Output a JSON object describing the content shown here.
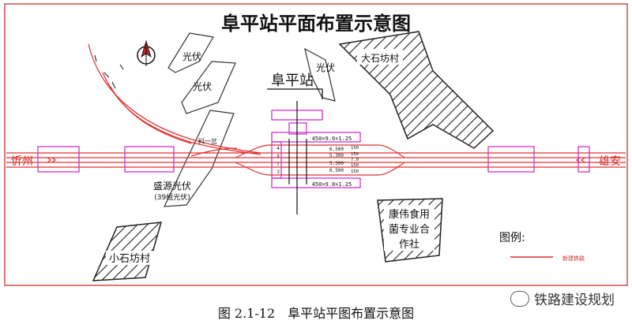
{
  "title": "阜平站平面布置示意图",
  "station_name": "阜平站",
  "cities": {
    "left": "忻州",
    "right": "雄安"
  },
  "places": {
    "pv_top_left": "光伏",
    "pv_mid_left": "光伏",
    "pv_top_center": "光伏",
    "village_big": "大石坊村",
    "shengyuan": "盛源光伏",
    "shengyuan_sub": "(39组光伏)",
    "kangwei_l1": "康伟食用",
    "kangwei_l2": "菌专业合",
    "kangwei_l3": "作社",
    "village_small": "小石坊村"
  },
  "platform_labels": {
    "top": "450×9.0×1.25",
    "bottom": "450×9.0×1.25"
  },
  "track_numbers": [
    "4",
    "II",
    "I",
    "3"
  ],
  "spacings": [
    "6.500",
    "5.300",
    "5.300",
    "6.500"
  ],
  "side_numbers": [
    "150",
    "150",
    "150",
    "150"
  ],
  "center_spacing": "7.0",
  "branch_label": "料一岔",
  "legend": {
    "title": "图例:",
    "entry": "新建铁路",
    "line_color": "#e03030"
  },
  "watermark": "铁路建设规划",
  "caption": "图 2.1-12　阜平站平图布置示意图",
  "colors": {
    "rail": "#e03030",
    "platform": "#cc33cc",
    "frame": "#d24a4a",
    "outline": "#333333"
  }
}
